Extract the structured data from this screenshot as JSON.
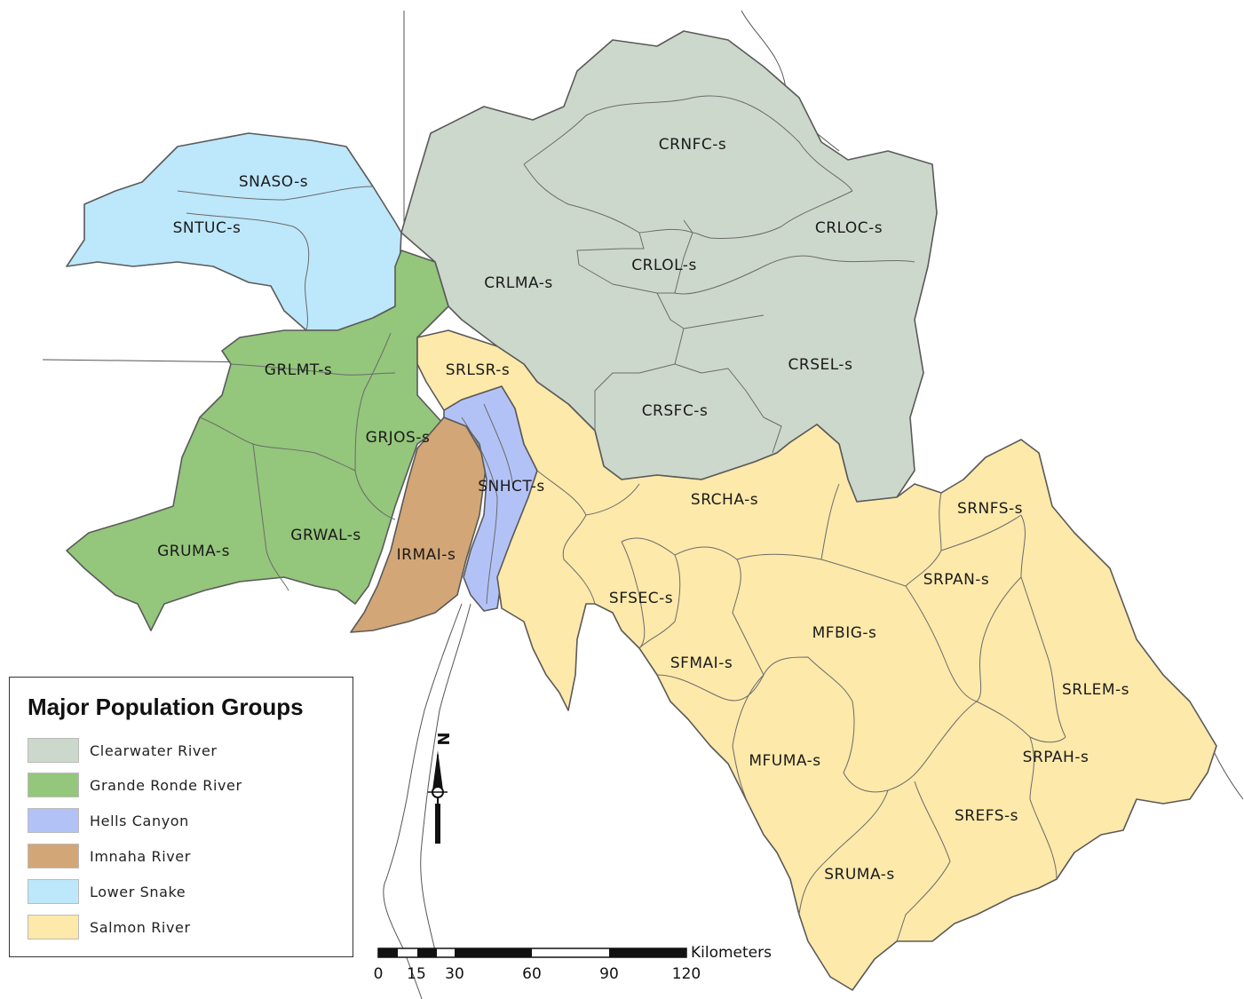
{
  "colors": {
    "clearwater": "#cdd8cc",
    "grande_ronde": "#94c67c",
    "hells_canyon": "#b3c2f6",
    "imnaha": "#d2a676",
    "lower_snake": "#bde7fb",
    "salmon": "#fde9aa"
  },
  "legend": {
    "title": "Major Population Groups",
    "items": [
      {
        "label": "Clearwater River",
        "color": "#cdd8cc"
      },
      {
        "label": "Grande Ronde River",
        "color": "#94c67c"
      },
      {
        "label": "Hells Canyon",
        "color": "#b3c2f6"
      },
      {
        "label": "Imnaha River",
        "color": "#d2a676"
      },
      {
        "label": "Lower Snake",
        "color": "#bde7fb"
      },
      {
        "label": "Salmon River",
        "color": "#fde9aa"
      }
    ]
  },
  "labels": {
    "crnfc": "CRNFC-s",
    "crloc": "CRLOC-s",
    "crlol": "CRLOL-s",
    "crlma": "CRLMA-s",
    "crsel": "CRSEL-s",
    "crsfc": "CRSFC-s",
    "snaso": "SNASO-s",
    "sntuc": "SNTUC-s",
    "grlmt": "GRLMT-s",
    "grjos": "GRJOS-s",
    "grwal": "GRWAL-s",
    "gruma": "GRUMA-s",
    "irmai": "IRMAI-s",
    "snhct": "SNHCT-s",
    "srlsr": "SRLSR-s",
    "srcha": "SRCHA-s",
    "srnfs": "SRNFS-s",
    "srpan": "SRPAN-s",
    "sfsec": "SFSEC-s",
    "mfbig": "MFBIG-s",
    "sfmai": "SFMAI-s",
    "srlem": "SRLEM-s",
    "mfuma": "MFUMA-s",
    "srpah": "SRPAH-s",
    "srefs": "SREFS-s",
    "sruma": "SRUMA-s"
  },
  "north_arrow": "N",
  "scale_bar": {
    "unit": "Kilometers",
    "ticks": [
      "0",
      "15",
      "30",
      "60",
      "90",
      "120"
    ]
  }
}
